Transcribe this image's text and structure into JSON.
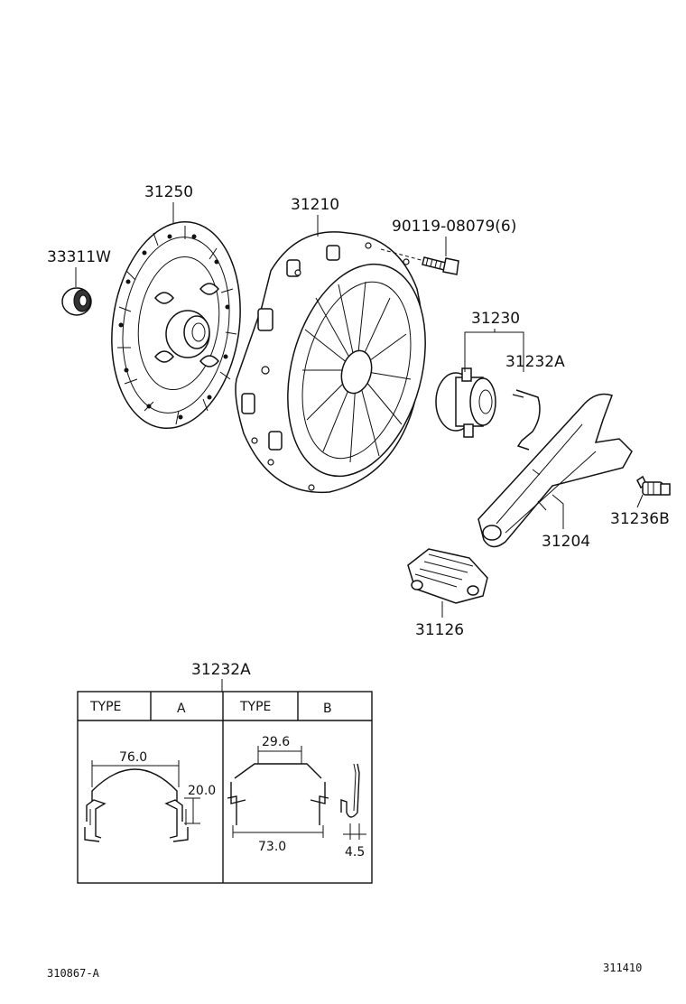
{
  "parts": {
    "p33311w": "33311W",
    "p31250": "31250",
    "p31210": "31210",
    "p90119": "90119-08079(6)",
    "p31230": "31230",
    "p31232a": "31232A",
    "p31204": "31204",
    "p31236b": "31236B",
    "p31126": "31126"
  },
  "detail": {
    "title": "31232A",
    "type_label_a": "TYPE",
    "type_value_a": "A",
    "type_label_b": "TYPE",
    "type_value_b": "B",
    "dim_a_width": "76.0",
    "dim_a_height": "20.0",
    "dim_b_top": "29.6",
    "dim_b_width": "73.0",
    "dim_b_thickness": "4.5"
  },
  "footer": {
    "left_code": "310867-A",
    "right_code": "311410"
  }
}
